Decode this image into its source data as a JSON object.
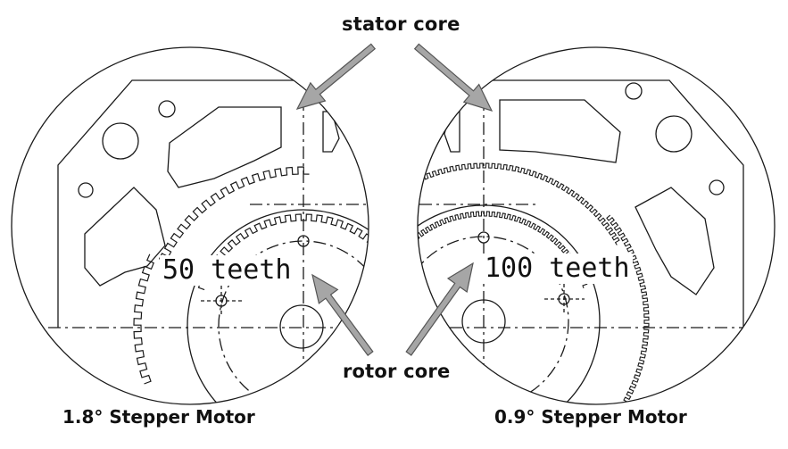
{
  "labels": {
    "stator": "stator core",
    "rotor": "rotor core",
    "left_teeth": "50 teeth",
    "right_teeth": "100 teeth",
    "left_caption": "1.8° Stepper Motor",
    "right_caption": "0.9° Stepper Motor"
  },
  "colors": {
    "line": "#1a1a1a",
    "arrow_fill": "#a6a6a6",
    "arrow_stroke": "#555555",
    "background": "#ffffff"
  }
}
